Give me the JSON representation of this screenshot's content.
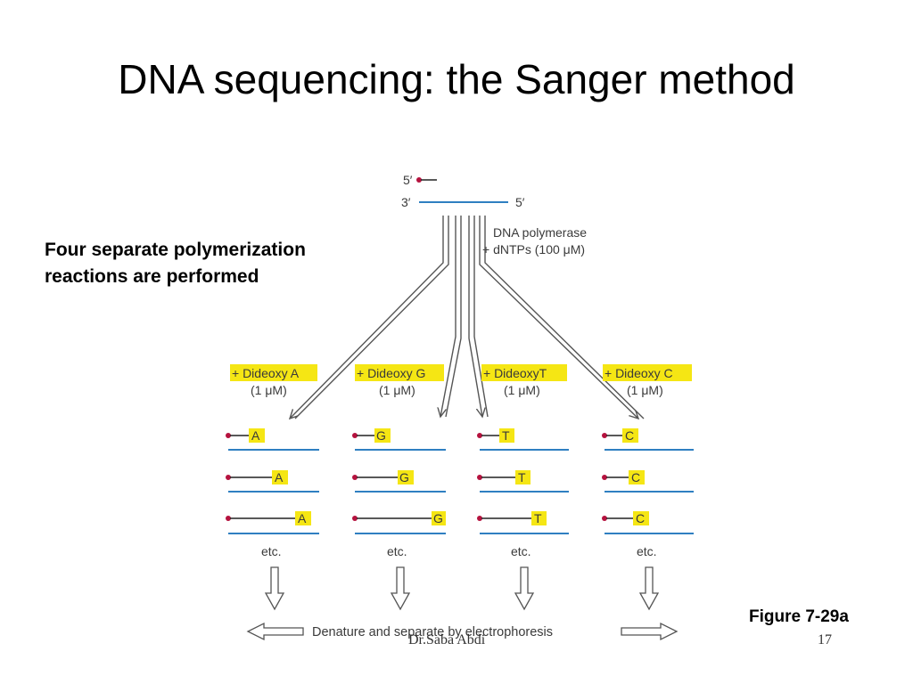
{
  "slide": {
    "title": "DNA sequencing: the Sanger method",
    "caption_line1": "Four separate polymerization",
    "caption_line2": "reactions are performed",
    "figure_ref": "Figure 7-29a",
    "footer_author": "Dr.Saba Abdi",
    "page_number": "17"
  },
  "diagram": {
    "primer_5prime": "5′",
    "template_3prime": "3′",
    "template_5prime": "5′",
    "polymerase_line1": "DNA polymerase",
    "polymerase_line2": "+ dNTPs (100 μM)",
    "reactions": [
      {
        "label": "+ Dideoxy A",
        "conc": "(1 μM)",
        "base": "A",
        "etc": "etc."
      },
      {
        "label": "+ Dideoxy G",
        "conc": "(1 μM)",
        "base": "G",
        "etc": "etc."
      },
      {
        "label": "+ DideoxyT",
        "conc": "(1 μM)",
        "base": "T",
        "etc": "etc."
      },
      {
        "label": "+ Dideoxy C",
        "conc": "(1 μM)",
        "base": "C",
        "etc": "etc."
      }
    ],
    "electrophoresis": "Denature and separate by electrophoresis"
  },
  "colors": {
    "highlight": "#f5e614",
    "template_line": "#2f7fc1",
    "primer_dot": "#b5123e",
    "arrow_stroke": "#555555"
  }
}
